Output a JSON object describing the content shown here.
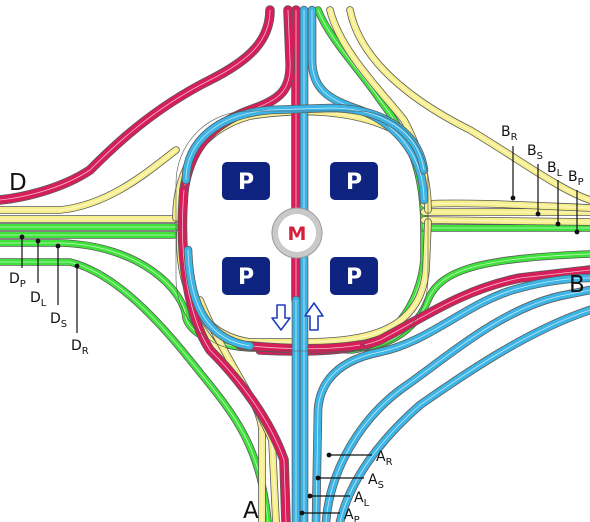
{
  "colors": {
    "red": "#d61f5a",
    "blue": "#3cb4e6",
    "yellow": "#f7ef8c",
    "green": "#3ee23a",
    "parking": "#0f2480",
    "metro_ring": "#c9c9c9"
  },
  "arms": {
    "A": "A",
    "B": "B",
    "D": "D"
  },
  "lane_labels": {
    "A": [
      {
        "base": "A",
        "sub": "R"
      },
      {
        "base": "A",
        "sub": "S"
      },
      {
        "base": "A",
        "sub": "L"
      },
      {
        "base": "A",
        "sub": "P"
      }
    ],
    "B": [
      {
        "base": "B",
        "sub": "R"
      },
      {
        "base": "B",
        "sub": "S"
      },
      {
        "base": "B",
        "sub": "L"
      },
      {
        "base": "B",
        "sub": "P"
      }
    ],
    "D": [
      {
        "base": "D",
        "sub": "P"
      },
      {
        "base": "D",
        "sub": "L"
      },
      {
        "base": "D",
        "sub": "S"
      },
      {
        "base": "D",
        "sub": "R"
      }
    ]
  },
  "parking_signs": [
    "P",
    "P",
    "P",
    "P"
  ],
  "metro_sign": "M",
  "icons": {
    "arrow_down": "down-arrow-icon",
    "arrow_up": "up-arrow-icon"
  }
}
